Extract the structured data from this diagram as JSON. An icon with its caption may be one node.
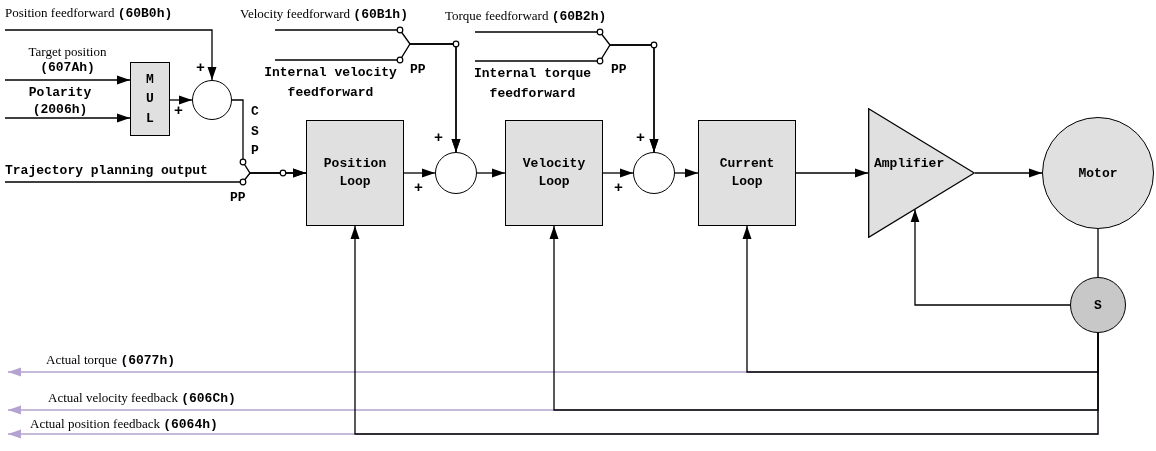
{
  "diagram": {
    "nodes": [
      {
        "text": [
          "Position feedforward **(60B0h)**"
        ]
      },
      {
        "text": [
          "Target position",
          "(607Ah)"
        ]
      },
      {
        "text": [
          "Polarity (2006h)"
        ]
      },
      {
        "text": [
          "MUL"
        ]
      },
      {
        "text": [],
        "shape": "circle"
      },
      {
        "text": [
          "Trajectory planning output"
        ]
      },
      {
        "text": [
          "Position Loop"
        ]
      },
      {
        "text": [],
        "shape": "circle"
      },
      {
        "text": [
          "Velocity Loop"
        ]
      },
      {
        "text": [],
        "shape": "circle"
      },
      {
        "text": [
          "Current Loop"
        ]
      },
      {
        "text": [
          "Amplifier"
        ]
      },
      {
        "text": [
          "Motor"
        ]
      },
      {
        "text": [
          "S"
        ]
      },
      {
        "text": [
          "Velocity feedforward **(60B1h)**"
        ]
      },
      {
        "text": [
          "Internal velocity feedforward"
        ]
      },
      {
        "text": [
          "Torque feedforward **(60B2h)**"
        ]
      },
      {
        "text": [
          "Internal torque feedforward"
        ]
      }
    ],
    "edges": [
      {
        "from": 0,
        "to": 4,
        "arrow": "to"
      },
      {
        "from": 1,
        "to": 3,
        "arrow": "to"
      },
      {
        "from": 2,
        "to": 3,
        "arrow": "to"
      },
      {
        "from": 3,
        "to": 4,
        "arrow": "to"
      },
      {
        "from": 4,
        "to": 6,
        "arrow": "to"
      },
      {
        "from": 5,
        "to": 6,
        "arrow": "to"
      },
      {
        "from": 6,
        "to": 7,
        "arrow": "to"
      },
      {
        "from": 7,
        "to": 8,
        "arrow": "to"
      },
      {
        "from": 8,
        "to": 9,
        "arrow": "to"
      },
      {
        "from": 9,
        "to": 10,
        "arrow": "to"
      },
      {
        "from": 10,
        "to": 11,
        "arrow": "to"
      },
      {
        "from": 11,
        "to": 12,
        "arrow": "to"
      },
      {
        "from": 12,
        "to": 13,
        "arrow": "none"
      },
      {
        "from": 13,
        "to": 11,
        "arrow": "to"
      },
      {
        "from": 13,
        "to": 10,
        "arrow": "to"
      },
      {
        "from": 13,
        "to": 8,
        "arrow": "to"
      },
      {
        "from": 13,
        "to": 6,
        "arrow": "to"
      },
      {
        "from": 14,
        "to": 7,
        "arrow": "to"
      },
      {
        "from": 15,
        "to": 7,
        "arrow": "to"
      },
      {
        "from": 16,
        "to": 9,
        "arrow": "to"
      },
      {
        "from": 17,
        "to": 9,
        "arrow": "to"
      },
      {
        "from": 13,
        "to": null,
        "arrow": "to",
        "label": "Actual torque **(6077h)**",
        "color": "#b4a2d0"
      },
      {
        "from": 13,
        "to": null,
        "arrow": "to",
        "label": "Actual velocity feedback **(606Ch)**",
        "color": "#b4a2d0"
      },
      {
        "from": 13,
        "to": null,
        "arrow": "to",
        "label": "Actual position feedback **(6064h)**",
        "color": "#b4a2d0"
      }
    ],
    "labels": [
      "PP",
      "PP",
      "+",
      "+",
      "CSP",
      "+",
      "+",
      "+",
      "+",
      "PP"
    ]
  }
}
